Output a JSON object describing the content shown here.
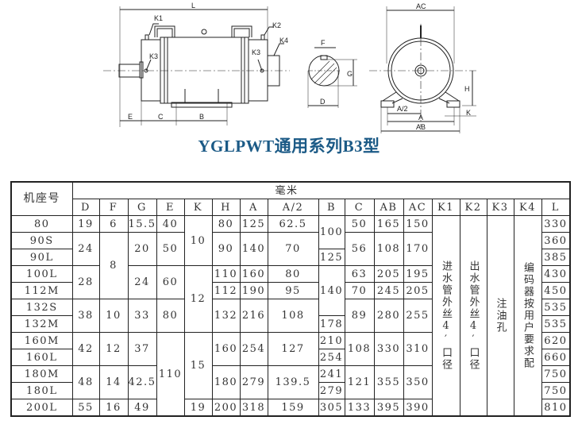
{
  "drawing": {
    "labels": {
      "L": "L",
      "K1": "K1",
      "K2": "K2",
      "K3": "K3",
      "K4": "K4",
      "E": "E",
      "C": "C",
      "B": "B",
      "F": "F",
      "G": "G",
      "D": "D",
      "AC": "AC",
      "H": "H",
      "A2": "A/2",
      "A": "A",
      "AB": "AB",
      "K": "K"
    }
  },
  "title": "YGLPWT通用系列B3型",
  "table": {
    "frame_header": "机座号",
    "unit": "毫米",
    "rows": [
      "80",
      "90S",
      "90L",
      "100L",
      "112M",
      "132S",
      "132M",
      "160M",
      "160L",
      "180M",
      "180L",
      "200L"
    ],
    "columns": [
      {
        "name": "D",
        "cells": [
          [
            "19",
            1
          ],
          [
            "24",
            2
          ],
          [
            "28",
            2
          ],
          [
            "38",
            2
          ],
          [
            "42",
            2
          ],
          [
            "48",
            2
          ],
          [
            "55",
            1
          ]
        ]
      },
      {
        "name": "F",
        "cells": [
          [
            "6",
            1
          ],
          [
            "8",
            4
          ],
          [
            "10",
            2
          ],
          [
            "12",
            2
          ],
          [
            "14",
            2
          ],
          [
            "16",
            1
          ]
        ]
      },
      {
        "name": "G",
        "cells": [
          [
            "15.5",
            1
          ],
          [
            "20",
            2
          ],
          [
            "24",
            2
          ],
          [
            "33",
            2
          ],
          [
            "37",
            2
          ],
          [
            "42.5",
            2
          ],
          [
            "49",
            1
          ]
        ]
      },
      {
        "name": "E",
        "cells": [
          [
            "40",
            1
          ],
          [
            "50",
            2
          ],
          [
            "60",
            2
          ],
          [
            "80",
            2
          ],
          [
            "110",
            5
          ]
        ]
      },
      {
        "name": "K",
        "cells": [
          [
            "10",
            3
          ],
          [
            "12",
            4
          ],
          [
            "15",
            4
          ],
          [
            "19",
            1
          ]
        ]
      },
      {
        "name": "H",
        "cells": [
          [
            "80",
            1
          ],
          [
            "90",
            2
          ],
          [
            "110",
            1
          ],
          [
            "112",
            1
          ],
          [
            "132",
            2
          ],
          [
            "160",
            2
          ],
          [
            "180",
            2
          ],
          [
            "200",
            1
          ]
        ]
      },
      {
        "name": "A",
        "cells": [
          [
            "125",
            1
          ],
          [
            "140",
            2
          ],
          [
            "160",
            1
          ],
          [
            "190",
            1
          ],
          [
            "216",
            2
          ],
          [
            "254",
            2
          ],
          [
            "279",
            2
          ],
          [
            "318",
            1
          ]
        ]
      },
      {
        "name": "A/2",
        "cells": [
          [
            "62.5",
            1
          ],
          [
            "70",
            2
          ],
          [
            "80",
            1
          ],
          [
            "95",
            1
          ],
          [
            "108",
            2
          ],
          [
            "127",
            2
          ],
          [
            "139.5",
            2
          ],
          [
            "159",
            1
          ]
        ]
      },
      {
        "name": "B",
        "cells": [
          [
            "100",
            2
          ],
          [
            "125",
            1
          ],
          [
            "140",
            3
          ],
          [
            "178",
            1
          ],
          [
            "210",
            1
          ],
          [
            "254",
            1
          ],
          [
            "241",
            1
          ],
          [
            "279",
            1
          ],
          [
            "305",
            1
          ]
        ]
      },
      {
        "name": "C",
        "cells": [
          [
            "50",
            1
          ],
          [
            "56",
            2
          ],
          [
            "63",
            1
          ],
          [
            "70",
            1
          ],
          [
            "89",
            2
          ],
          [
            "108",
            2
          ],
          [
            "121",
            2
          ],
          [
            "133",
            1
          ]
        ]
      },
      {
        "name": "AB",
        "cells": [
          [
            "165",
            1
          ],
          [
            "108",
            2
          ],
          [
            "205",
            1
          ],
          [
            "245",
            1
          ],
          [
            "280",
            2
          ],
          [
            "330",
            2
          ],
          [
            "355",
            2
          ],
          [
            "395",
            1
          ]
        ]
      },
      {
        "name": "AC",
        "cells": [
          [
            "150",
            1
          ],
          [
            "170",
            2
          ],
          [
            "195",
            1
          ],
          [
            "205",
            1
          ],
          [
            "255",
            2
          ],
          [
            "310",
            2
          ],
          [
            "350",
            2
          ],
          [
            "390",
            1
          ]
        ]
      },
      {
        "name": "K1",
        "cells": [
          [
            "进水管外丝4′口径",
            12
          ]
        ]
      },
      {
        "name": "K2",
        "cells": [
          [
            "出水管外丝4′口径",
            12
          ]
        ]
      },
      {
        "name": "K3",
        "cells": [
          [
            "注油孔",
            12
          ]
        ]
      },
      {
        "name": "K4",
        "cells": [
          [
            "编码器按用户要求配",
            12
          ]
        ]
      },
      {
        "name": "L",
        "cells": [
          [
            "330",
            1
          ],
          [
            "360",
            1
          ],
          [
            "385",
            1
          ],
          [
            "430",
            1
          ],
          [
            "450",
            1
          ],
          [
            "535",
            1
          ],
          [
            "535",
            1
          ],
          [
            "620",
            1
          ],
          [
            "660",
            1
          ],
          [
            "750",
            1
          ],
          [
            "750",
            1
          ],
          [
            "810",
            1
          ]
        ]
      }
    ]
  }
}
